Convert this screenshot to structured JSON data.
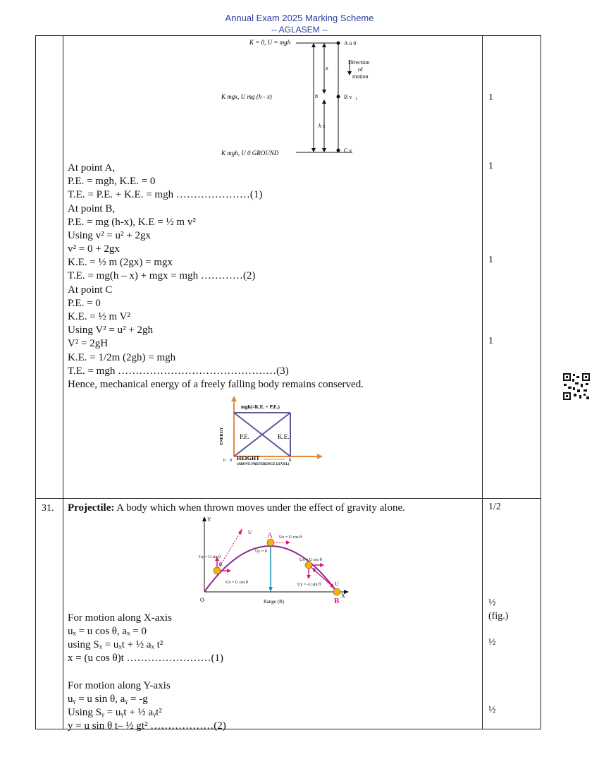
{
  "header": {
    "line1": "Annual Exam 2025 Marking Scheme",
    "line2": "-- AGLASEM --"
  },
  "q30": {
    "number": "",
    "diagram": {
      "top_label": "K = 0, U = mgh",
      "mid_label": "K   mgx, U   mg (h - x)",
      "bottom_label": "K   mgh, U   0 GROUND",
      "point_a": "A  u   0",
      "point_b": "B  v",
      "point_b_sub": "1",
      "point_c": "C  v",
      "x_label": "x",
      "h_label": "h",
      "hx_label": "h   x",
      "direction": [
        "Direction",
        "of",
        "motion"
      ]
    },
    "lines": [
      "At point A,",
      "P.E. = mgh, K.E. = 0",
      "T.E. = P.E. + K.E. = mgh …………………(1)",
      "At point B,",
      "P.E. = mg (h-x), K.E = ½ m v²",
      "Using v² = u² + 2gx",
      "v² = 0 + 2gx",
      "K.E. = ½ m (2gx) = mgx",
      "T.E. = mg(h – x) + mgx = mgh …………(2)",
      "At point C",
      "P.E. = 0",
      "K.E. = ½ m V²",
      "Using V² = u² + 2gh",
      "V² = 2gH",
      "K.E. = 1/2m (2gh) = mgh",
      "T.E. = mgh ………………………………………(3)",
      "Hence, mechanical energy of a freely falling body remains conserved."
    ],
    "graph": {
      "top_label": "mgh(=K.E. + P.E.)",
      "pe": "P.E.",
      "ke": "K.E.",
      "y_label": "ENERGY",
      "x_label": "HEIGHT",
      "x_sub": "(ABOVE PREFERENCE LEVEL)",
      "origin_h": "h",
      "origin_0": "0",
      "end_h": "h"
    },
    "marks": [
      "1",
      "1",
      "1",
      "1"
    ]
  },
  "q31": {
    "number": "31.",
    "definition_bold": "Projectile:",
    "definition_text": " A body which when thrown moves under the effect of gravity alone.",
    "figure": {
      "y": "Y",
      "x": "X",
      "o": "O",
      "a": "A",
      "b": "B",
      "u1": "U",
      "u2": "U",
      "uy_top": "Uy = 0",
      "ux_top": "Ux = U cos θ",
      "uy_left": "Uy = U sin θ",
      "ux_left": "Ux = U cos θ",
      "ux_right": "Ux = U cos θ",
      "uy_right": "Uy = -U sin θ",
      "theta": "θ",
      "range": "Range (R)"
    },
    "lines": [
      "For motion along X-axis",
      "uₓ = u cos θ, aₓ = 0",
      "using Sₓ = uₓt + ½ aₓ t²",
      "x = (u cos θ)t ……………………(1)",
      "",
      "For motion along Y-axis",
      "uᵧ = u sin θ, aᵧ = -g",
      "Using Sᵧ = uᵧt + ½ aᵧt²",
      "y = u sin θ t– ½ gt² ………………(2)"
    ],
    "marks": [
      "1/2",
      "½",
      "(fig.)",
      "½",
      "½"
    ]
  },
  "colors": {
    "header": "#2a3f9d",
    "curve": "#8b2b8a",
    "arrow": "#e0157a",
    "ball": "#f5b400",
    "graph_axis": "#e38a3a",
    "graph_box": "#5a5a9a"
  },
  "icons": {
    "qr": "qr-code-icon"
  }
}
